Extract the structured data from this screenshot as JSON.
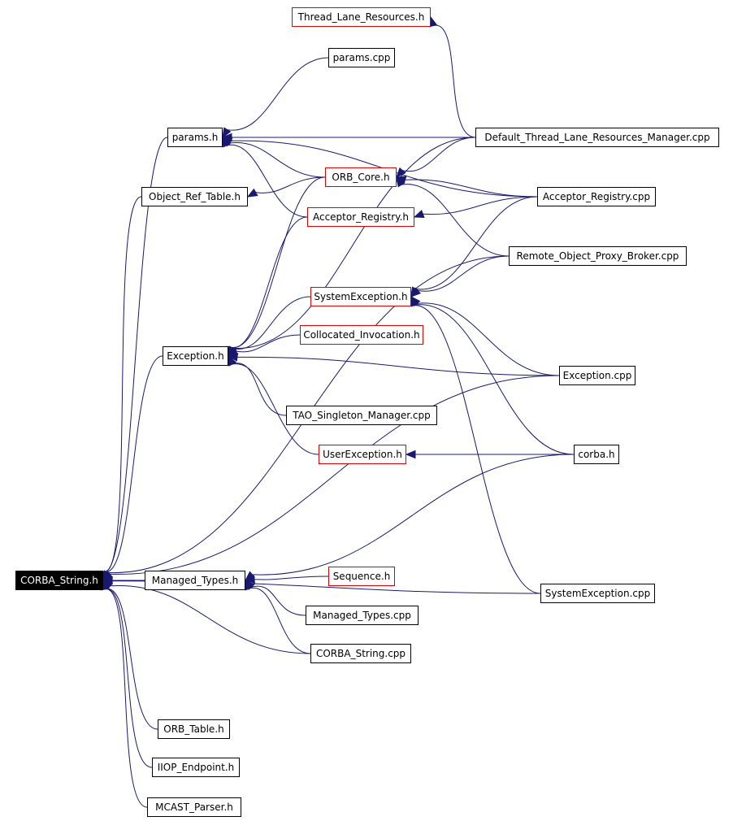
{
  "graph": {
    "colors": {
      "edge": "#191970",
      "node_border": "#000000",
      "truncated_border": "#e00000",
      "root_fill": "#000000",
      "root_text": "#ffffff"
    },
    "root": {
      "id": "corba_string_h",
      "label": "CORBA_String.h"
    },
    "nodes": [
      {
        "id": "corba_string_h",
        "label": "CORBA_String.h",
        "style": "root"
      },
      {
        "id": "thread_lane_resources_h",
        "label": "Thread_Lane_Resources.h",
        "style": "truncated"
      },
      {
        "id": "params_cpp",
        "label": "params.cpp",
        "style": "normal"
      },
      {
        "id": "params_h",
        "label": "params.h",
        "style": "normal"
      },
      {
        "id": "default_tlrm_cpp",
        "label": "Default_Thread_Lane_Resources_Manager.cpp",
        "style": "normal"
      },
      {
        "id": "orb_core_h",
        "label": "ORB_Core.h",
        "style": "truncated"
      },
      {
        "id": "object_ref_table_h",
        "label": "Object_Ref_Table.h",
        "style": "normal"
      },
      {
        "id": "acceptor_registry_cpp",
        "label": "Acceptor_Registry.cpp",
        "style": "normal"
      },
      {
        "id": "acceptor_registry_h",
        "label": "Acceptor_Registry.h",
        "style": "truncated"
      },
      {
        "id": "remote_object_proxy_broker_cpp",
        "label": "Remote_Object_Proxy_Broker.cpp",
        "style": "normal"
      },
      {
        "id": "systemexception_h",
        "label": "SystemException.h",
        "style": "truncated"
      },
      {
        "id": "collocated_invocation_h",
        "label": "Collocated_Invocation.h",
        "style": "truncated"
      },
      {
        "id": "exception_h",
        "label": "Exception.h",
        "style": "normal"
      },
      {
        "id": "exception_cpp",
        "label": "Exception.cpp",
        "style": "normal"
      },
      {
        "id": "tao_singleton_manager_cpp",
        "label": "TAO_Singleton_Manager.cpp",
        "style": "normal"
      },
      {
        "id": "userexception_h",
        "label": "UserException.h",
        "style": "truncated"
      },
      {
        "id": "corba_h",
        "label": "corba.h",
        "style": "normal"
      },
      {
        "id": "managed_types_h",
        "label": "Managed_Types.h",
        "style": "normal"
      },
      {
        "id": "sequence_h",
        "label": "Sequence.h",
        "style": "truncated"
      },
      {
        "id": "systemexception_cpp",
        "label": "SystemException.cpp",
        "style": "normal"
      },
      {
        "id": "managed_types_cpp",
        "label": "Managed_Types.cpp",
        "style": "normal"
      },
      {
        "id": "corba_string_cpp",
        "label": "CORBA_String.cpp",
        "style": "normal"
      },
      {
        "id": "orb_table_h",
        "label": "ORB_Table.h",
        "style": "normal"
      },
      {
        "id": "iiop_endpoint_h",
        "label": "IIOP_Endpoint.h",
        "style": "normal"
      },
      {
        "id": "mcast_parser_h",
        "label": "MCAST_Parser.h",
        "style": "normal"
      }
    ],
    "edges": [
      {
        "from": "params_cpp",
        "to": "params_h"
      },
      {
        "from": "default_tlrm_cpp",
        "to": "params_h"
      },
      {
        "from": "default_tlrm_cpp",
        "to": "thread_lane_resources_h"
      },
      {
        "from": "orb_core_h",
        "to": "params_h"
      },
      {
        "from": "acceptor_registry_h",
        "to": "params_h"
      },
      {
        "from": "acceptor_registry_cpp",
        "to": "params_h"
      },
      {
        "from": "orb_core_h",
        "to": "object_ref_table_h"
      },
      {
        "from": "acceptor_registry_cpp",
        "to": "orb_core_h"
      },
      {
        "from": "remote_object_proxy_broker_cpp",
        "to": "orb_core_h"
      },
      {
        "from": "default_tlrm_cpp",
        "to": "orb_core_h"
      },
      {
        "from": "acceptor_registry_cpp",
        "to": "acceptor_registry_h"
      },
      {
        "from": "acceptor_registry_cpp",
        "to": "systemexception_h"
      },
      {
        "from": "remote_object_proxy_broker_cpp",
        "to": "systemexception_h"
      },
      {
        "from": "systemexception_h",
        "to": "exception_h"
      },
      {
        "from": "collocated_invocation_h",
        "to": "exception_h"
      },
      {
        "from": "orb_core_h",
        "to": "exception_h"
      },
      {
        "from": "acceptor_registry_h",
        "to": "exception_h"
      },
      {
        "from": "default_tlrm_cpp",
        "to": "exception_h"
      },
      {
        "from": "exception_cpp",
        "to": "exception_h"
      },
      {
        "from": "exception_cpp",
        "to": "systemexception_h"
      },
      {
        "from": "tao_singleton_manager_cpp",
        "to": "exception_h"
      },
      {
        "from": "userexception_h",
        "to": "exception_h"
      },
      {
        "from": "corba_h",
        "to": "userexception_h"
      },
      {
        "from": "corba_h",
        "to": "systemexception_h"
      },
      {
        "from": "systemexception_cpp",
        "to": "systemexception_h"
      },
      {
        "from": "sequence_h",
        "to": "managed_types_h"
      },
      {
        "from": "managed_types_cpp",
        "to": "managed_types_h"
      },
      {
        "from": "corba_string_cpp",
        "to": "managed_types_h"
      },
      {
        "from": "corba_h",
        "to": "managed_types_h"
      },
      {
        "from": "managed_types_h",
        "to": "corba_string_h"
      },
      {
        "from": "params_h",
        "to": "corba_string_h"
      },
      {
        "from": "object_ref_table_h",
        "to": "corba_string_h"
      },
      {
        "from": "exception_h",
        "to": "corba_string_h"
      },
      {
        "from": "remote_object_proxy_broker_cpp",
        "to": "corba_string_h"
      },
      {
        "from": "exception_cpp",
        "to": "corba_string_h"
      },
      {
        "from": "corba_string_cpp",
        "to": "corba_string_h"
      },
      {
        "from": "systemexception_cpp",
        "to": "corba_string_h"
      },
      {
        "from": "orb_table_h",
        "to": "corba_string_h"
      },
      {
        "from": "iiop_endpoint_h",
        "to": "corba_string_h"
      },
      {
        "from": "mcast_parser_h",
        "to": "corba_string_h"
      }
    ]
  }
}
